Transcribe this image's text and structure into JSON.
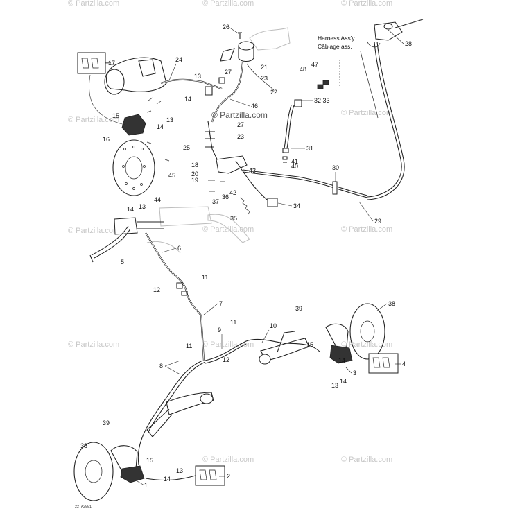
{
  "watermark": "© Partzilla.com",
  "header_labels": {
    "harness_line1": "Harness Ass'y",
    "harness_line2": "Câblage ass."
  },
  "drawing_code": "22TA2901",
  "callouts": [
    "1",
    "2",
    "3",
    "4",
    "5",
    "6",
    "7",
    "8",
    "9",
    "10",
    "11",
    "12",
    "13",
    "14",
    "15",
    "16",
    "17",
    "18",
    "19",
    "20",
    "21",
    "22",
    "23",
    "24",
    "25",
    "26",
    "27",
    "28",
    "29",
    "30",
    "31",
    "32 33",
    "34",
    "35",
    "36",
    "37",
    "38",
    "39",
    "40",
    "41",
    "42",
    "43",
    "44",
    "45",
    "46",
    "47",
    "48"
  ]
}
